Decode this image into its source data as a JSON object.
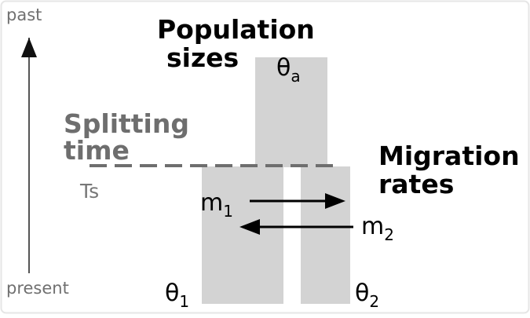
{
  "axis": {
    "top_label": "past",
    "bottom_label": "present"
  },
  "headings": {
    "population_sizes": [
      "Population",
      "sizes"
    ],
    "splitting_time": [
      "Splitting",
      "time"
    ],
    "migration_rates": [
      "Migration",
      "rates"
    ]
  },
  "split_label": "Ts",
  "populations": {
    "ancestral": {
      "symbol": "θ",
      "subscript": "a"
    },
    "pop1": {
      "symbol": "θ",
      "subscript": "1"
    },
    "pop2": {
      "symbol": "θ",
      "subscript": "2"
    }
  },
  "migration": {
    "m1": {
      "symbol": "m",
      "subscript": "1",
      "direction": "right"
    },
    "m2": {
      "symbol": "m",
      "subscript": "2",
      "direction": "left"
    }
  },
  "colors": {
    "population_fill": "#d3d3d3",
    "split_line": "#6e6e6e",
    "axis_arrow": "#555555",
    "arrows": "#000000",
    "frame": "#e6e6e6"
  }
}
